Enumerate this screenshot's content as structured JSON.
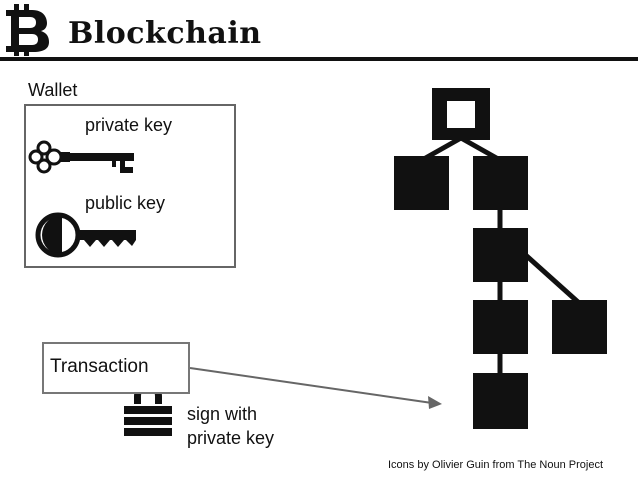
{
  "header": {
    "title": "Blockchain",
    "logo_glyph": "bitcoin-icon"
  },
  "wallet": {
    "label": "Wallet",
    "private_key_label": "private key",
    "public_key_label": "public key",
    "private_key_icon": "key-icon",
    "public_key_icon": "key-icon"
  },
  "transaction": {
    "label": "Transaction",
    "sign_line1": "sign with",
    "sign_line2": "private key",
    "lock_icon": "lock-icon"
  },
  "credit": "Icons by Olivier Guin from The Noun Project",
  "colors": {
    "ink": "#111111",
    "box_border": "#666666",
    "arrow": "#666666"
  }
}
